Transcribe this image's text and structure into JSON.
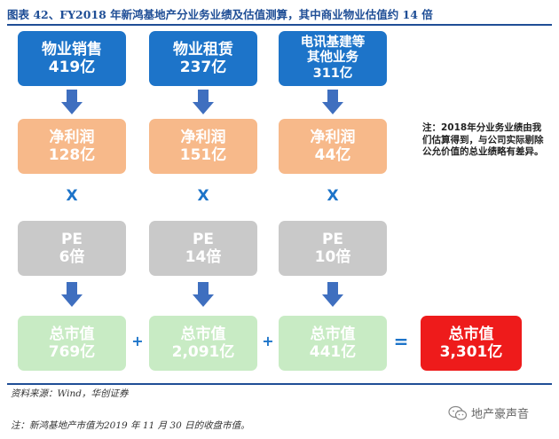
{
  "title": "图表 42、FY2018 年新鸿基地产分业务业绩及估值测算，其中商业物业估值约 14 倍",
  "segments": [
    {
      "name_l1": "物业销售",
      "name_l2": "419亿"
    },
    {
      "name_l1": "物业租赁",
      "name_l2": "237亿"
    },
    {
      "name_l1": "电讯基建等",
      "name_l2": "其他业务",
      "name_l3": "311亿"
    }
  ],
  "net_profit": [
    {
      "label": "净利润",
      "value": "128亿"
    },
    {
      "label": "净利润",
      "value": "151亿"
    },
    {
      "label": "净利润",
      "value": "44亿"
    }
  ],
  "multiply_sign": "X",
  "pe": [
    {
      "label": "PE",
      "value": "6倍"
    },
    {
      "label": "PE",
      "value": "14倍"
    },
    {
      "label": "PE",
      "value": "10倍"
    }
  ],
  "market_value": [
    {
      "label": "总市值",
      "value": "769亿"
    },
    {
      "label": "总市值",
      "value": "2,091亿"
    },
    {
      "label": "总市值",
      "value": "441亿"
    }
  ],
  "plus_sign": "+",
  "equals_sign": "=",
  "total": {
    "label": "总市值",
    "value": "3,301亿"
  },
  "note": "注：2018年分业务业绩由我们估算得到，与公司实际剔除公允价值的总业绩略有差异。",
  "source": "资料来源：Wind，华创证券",
  "footnote": "注：新鸿基地产市值为2019 年 11 月 30 日的收盘市值。",
  "watermark": "地产豪声音",
  "colors": {
    "segment": "#1d74c9",
    "net_profit": "#f7b98a",
    "pe": "#c9c9c9",
    "market_value": "#c8ebc4",
    "total": "#ee1b1b",
    "title": "#1f4e96"
  }
}
